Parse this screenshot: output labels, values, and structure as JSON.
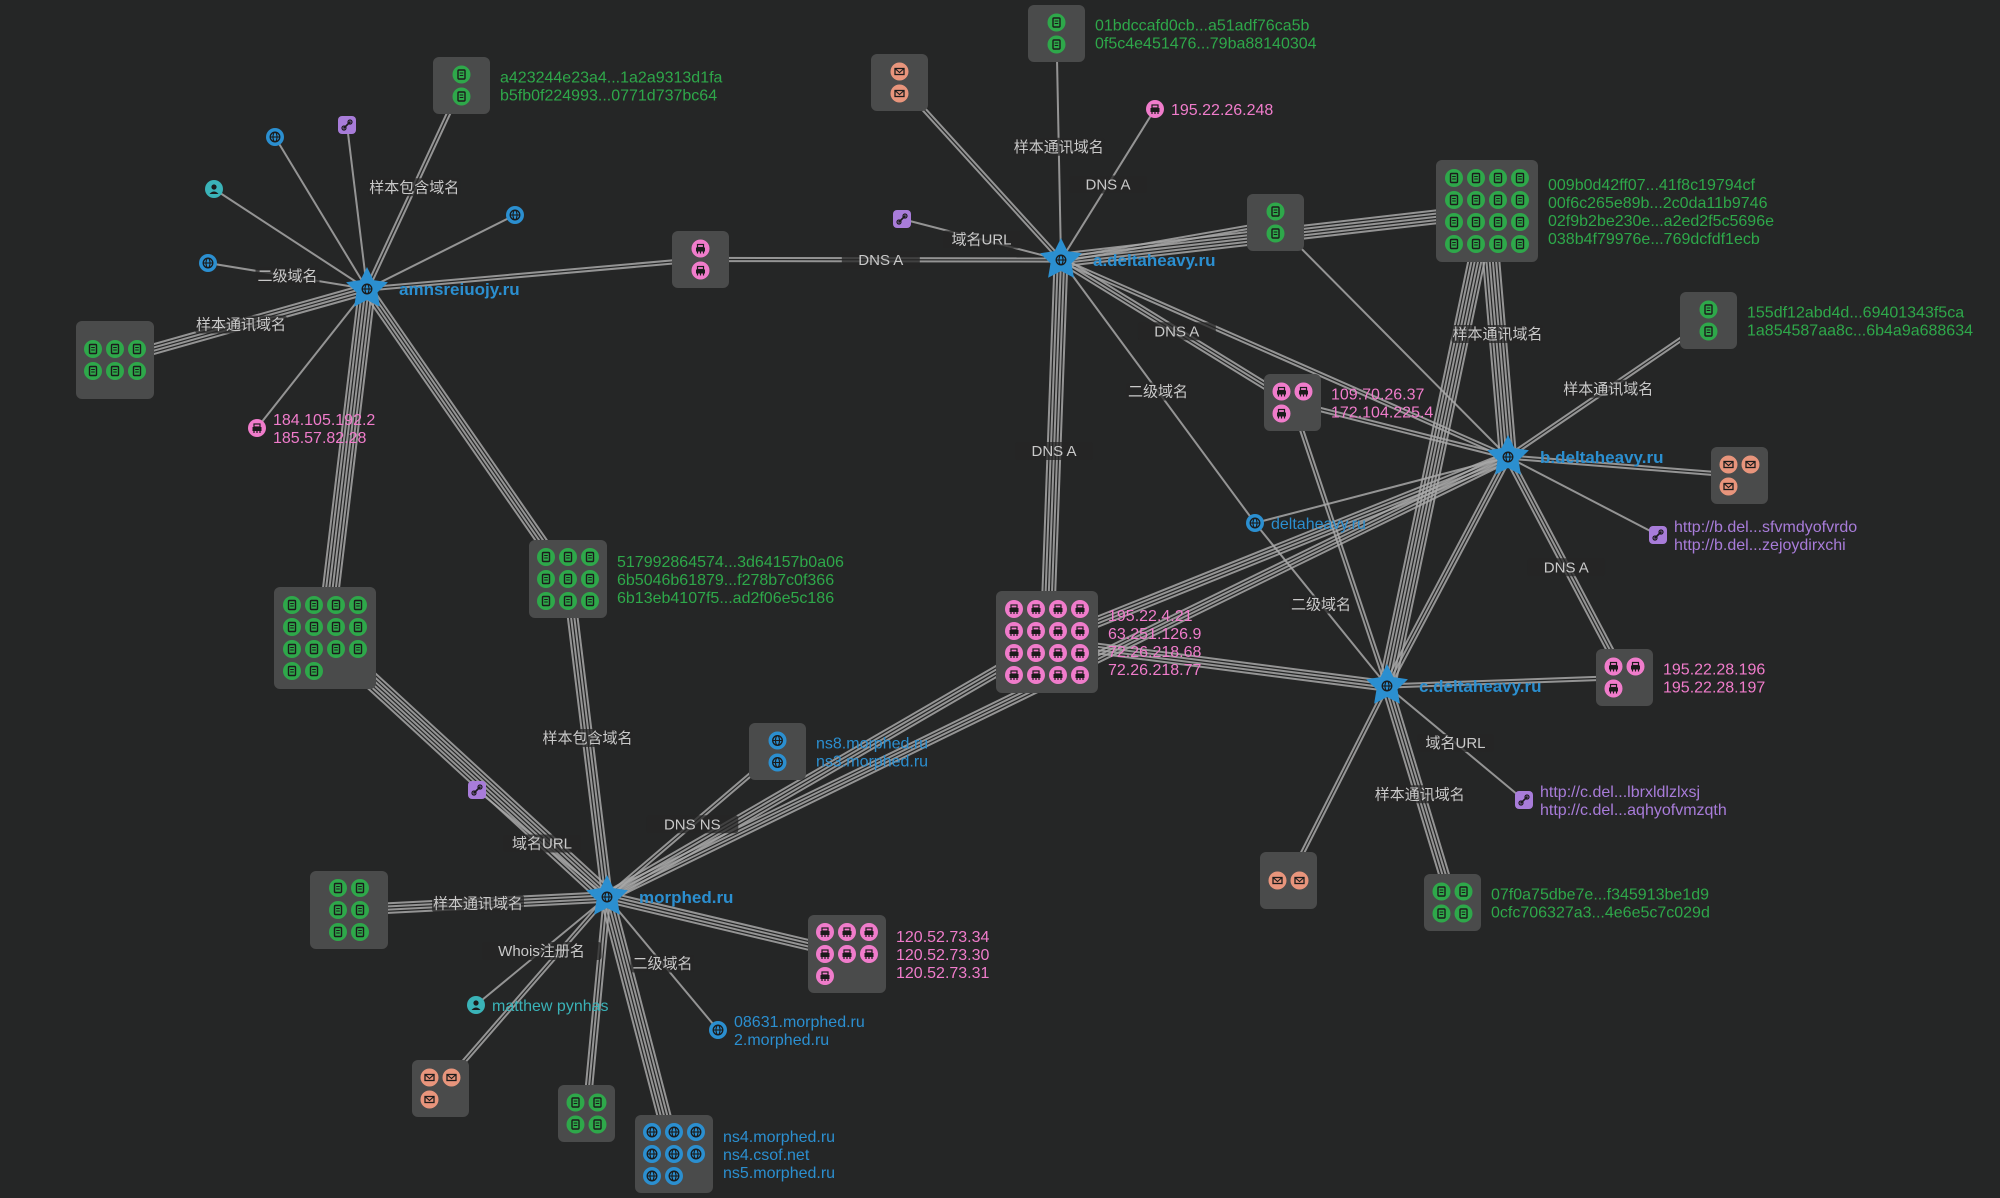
{
  "colors": {
    "background": "#252626",
    "edge": "#a8a8a8",
    "box": "#4a4b4b",
    "domain": "#2b8fd0",
    "sample": "#2ea84a",
    "ip": "#f07ccb",
    "url": "#a87cd9",
    "person": "#3ab3b8",
    "email": "#e8957c"
  },
  "domains": [
    {
      "id": "amn",
      "label": "amnsreiuojy.ru"
    },
    {
      "id": "adel",
      "label": "a.deltaheavy.ru"
    },
    {
      "id": "bdel",
      "label": "b.deltaheavy.ru"
    },
    {
      "id": "cdel",
      "label": "c.deltaheavy.ru"
    },
    {
      "id": "morph",
      "label": "morphed.ru"
    }
  ],
  "groups": [
    {
      "id": "g_a42",
      "icon": "sample",
      "count": 2,
      "lines": [
        "a423244e23a4...1a2a9313d1fa",
        "b5fb0f224993...0771d737bc64"
      ]
    },
    {
      "id": "g_amn_samples",
      "icon": "sample",
      "count": 6,
      "lines": []
    },
    {
      "id": "g_amn_ip",
      "icon": "ip",
      "count": 1,
      "lines": [
        "184.105.192.2",
        "185.57.82.28"
      ]
    },
    {
      "id": "g_dns_mid",
      "icon": "ip",
      "count": 2,
      "lines": []
    },
    {
      "id": "g_517",
      "icon": "sample",
      "count": 9,
      "lines": [
        "517992864574...3d64157b0a06",
        "6b5046b61879...f278b7c0f366",
        "6b13eb4107f5...ad2f06e5c186"
      ]
    },
    {
      "id": "g_big_samples",
      "icon": "sample",
      "count": 14,
      "lines": []
    },
    {
      "id": "g_01b",
      "icon": "sample",
      "count": 2,
      "lines": [
        "01bdccafd0cb...a51adf76ca5b",
        "0f5c4e451476...79ba88140304"
      ]
    },
    {
      "id": "g_email_a",
      "icon": "email",
      "count": 2,
      "lines": []
    },
    {
      "id": "g_ip195",
      "icon": "ip",
      "count": 1,
      "lines": [
        "195.22.26.248"
      ]
    },
    {
      "id": "g_url_a",
      "icon": "url",
      "count": 1,
      "lines": []
    },
    {
      "id": "g_small_samples",
      "icon": "sample",
      "count": 2,
      "lines": []
    },
    {
      "id": "g_009",
      "icon": "sample",
      "count": 16,
      "lines": [
        "009b0d42ff07...41f8c19794cf",
        "00f6c265e89b...2c0da11b9746",
        "02f9b2be230e...a2ed2f5c5696e",
        "038b4f79976e...769dcfdf1ecb"
      ]
    },
    {
      "id": "g_109",
      "icon": "ip",
      "count": 3,
      "lines": [
        "109.70.26.37",
        "172.104.225.4"
      ]
    },
    {
      "id": "g_155",
      "icon": "sample",
      "count": 2,
      "lines": [
        "155df12abd4d...69401343f5ca",
        "1a854587aa8c...6b4a9a688634"
      ]
    },
    {
      "id": "g_email_b",
      "icon": "email",
      "count": 3,
      "lines": []
    },
    {
      "id": "g_url_b",
      "icon": "url",
      "count": 1,
      "lines": [
        "http://b.del...sfvmdyofvrdo",
        "http://b.del...zejoydirxchi"
      ]
    },
    {
      "id": "g_delta",
      "icon": "domain",
      "count": 1,
      "lines": [
        "deltaheavy.ru"
      ]
    },
    {
      "id": "g_ipbig",
      "icon": "ip",
      "count": 16,
      "lines": [
        "195.22.4.21",
        "63.251.126.9",
        "72.26.218.68",
        "72.26.218.77"
      ]
    },
    {
      "id": "g_ip_c",
      "icon": "ip",
      "count": 3,
      "lines": [
        "195.22.28.196",
        "195.22.28.197"
      ]
    },
    {
      "id": "g_ns8",
      "icon": "domain",
      "count": 2,
      "lines": [
        "ns8.morphed.ru",
        "ns3.morphed.ru"
      ]
    },
    {
      "id": "g_url_c",
      "icon": "url",
      "count": 1,
      "lines": [
        "http://c.del...lbrxldlzlxsj",
        "http://c.del...aqhyofvmzqth"
      ]
    },
    {
      "id": "g_email_c",
      "icon": "email",
      "count": 2,
      "lines": []
    },
    {
      "id": "g_07f",
      "icon": "sample",
      "count": 4,
      "lines": [
        "07f0a75dbe7e...f345913be1d9",
        "0cfc706327a3...4e6e5c7c029d"
      ]
    },
    {
      "id": "g_url_m",
      "icon": "url",
      "count": 1,
      "lines": []
    },
    {
      "id": "g_morph_samples",
      "icon": "sample",
      "count": 6,
      "lines": []
    },
    {
      "id": "g_ip120",
      "icon": "ip",
      "count": 7,
      "lines": [
        "120.52.73.34",
        "120.52.73.30",
        "120.52.73.31"
      ]
    },
    {
      "id": "g_person",
      "icon": "person",
      "count": 1,
      "lines": [
        "matthew pynhas"
      ]
    },
    {
      "id": "g_086",
      "icon": "domain",
      "count": 1,
      "lines": [
        "08631.morphed.ru",
        "2.morphed.ru"
      ]
    },
    {
      "id": "g_email_m",
      "icon": "email",
      "count": 3,
      "lines": []
    },
    {
      "id": "g_morph_samples2",
      "icon": "sample",
      "count": 4,
      "lines": []
    },
    {
      "id": "g_ns4",
      "icon": "domain",
      "count": 8,
      "lines": [
        "ns4.morphed.ru",
        "ns4.csof.net",
        "ns5.morphed.ru"
      ]
    },
    {
      "id": "s_dom1",
      "icon": "domain",
      "count": 1,
      "lines": []
    },
    {
      "id": "s_dom2",
      "icon": "domain",
      "count": 1,
      "lines": []
    },
    {
      "id": "s_dom3",
      "icon": "domain",
      "count": 1,
      "lines": []
    },
    {
      "id": "s_person2",
      "icon": "person",
      "count": 1,
      "lines": []
    },
    {
      "id": "s_url2",
      "icon": "url",
      "count": 1,
      "lines": []
    }
  ],
  "edges": [
    {
      "from": "g_a42",
      "to": "amn",
      "label": "样本包含域名",
      "n": 2
    },
    {
      "from": "s_dom1",
      "to": "amn",
      "label": "",
      "n": 1
    },
    {
      "from": "s_url2",
      "to": "amn",
      "label": "",
      "n": 1
    },
    {
      "from": "s_person2",
      "to": "amn",
      "label": "",
      "n": 1
    },
    {
      "from": "s_dom2",
      "to": "amn",
      "label": "",
      "n": 1
    },
    {
      "from": "s_dom3",
      "to": "amn",
      "label": "二级域名",
      "n": 1
    },
    {
      "from": "g_amn_samples",
      "to": "amn",
      "label": "样本通讯域名",
      "n": 4
    },
    {
      "from": "g_amn_ip",
      "to": "amn",
      "label": "",
      "n": 1
    },
    {
      "from": "amn",
      "to": "g_dns_mid",
      "label": "",
      "n": 2
    },
    {
      "from": "g_dns_mid",
      "to": "adel",
      "label": "DNS A",
      "n": 2
    },
    {
      "from": "amn",
      "to": "g_517",
      "label": "",
      "n": 4
    },
    {
      "from": "amn",
      "to": "g_big_samples",
      "label": "",
      "n": 6
    },
    {
      "from": "g_517",
      "to": "morph",
      "label": "样本包含域名",
      "n": 4
    },
    {
      "from": "g_big_samples",
      "to": "morph",
      "label": "",
      "n": 6
    },
    {
      "from": "g_url_m",
      "to": "morph",
      "label": "域名URL",
      "n": 1
    },
    {
      "from": "g_01b",
      "to": "adel",
      "label": "样本通讯域名",
      "n": 1
    },
    {
      "from": "g_email_a",
      "to": "adel",
      "label": "",
      "n": 2
    },
    {
      "from": "g_ip195",
      "to": "adel",
      "label": "DNS A",
      "n": 1
    },
    {
      "from": "g_url_a",
      "to": "adel",
      "label": "域名URL",
      "n": 1
    },
    {
      "from": "g_small_samples",
      "to": "adel",
      "label": "",
      "n": 2
    },
    {
      "from": "g_009",
      "to": "adel",
      "label": "",
      "n": 5
    },
    {
      "from": "adel",
      "to": "g_109",
      "label": "DNS A",
      "n": 3
    },
    {
      "from": "adel",
      "to": "g_delta",
      "label": "二级域名",
      "n": 1
    },
    {
      "from": "adel",
      "to": "g_ipbig",
      "label": "DNS A",
      "n": 5
    },
    {
      "from": "adel",
      "to": "bdel",
      "label": "",
      "n": 2
    },
    {
      "from": "g_009",
      "to": "bdel",
      "label": "样本通讯域名",
      "n": 6
    },
    {
      "from": "g_009",
      "to": "cdel",
      "label": "",
      "n": 6
    },
    {
      "from": "g_small_samples",
      "to": "bdel",
      "label": "",
      "n": 1
    },
    {
      "from": "g_155",
      "to": "bdel",
      "label": "样本通讯域名",
      "n": 2
    },
    {
      "from": "bdel",
      "to": "g_email_b",
      "label": "",
      "n": 2
    },
    {
      "from": "bdel",
      "to": "g_url_b",
      "label": "",
      "n": 1
    },
    {
      "from": "bdel",
      "to": "g_ip_c",
      "label": "DNS A",
      "n": 3
    },
    {
      "from": "g_109",
      "to": "bdel",
      "label": "",
      "n": 2
    },
    {
      "from": "g_109",
      "to": "cdel",
      "label": "",
      "n": 2
    },
    {
      "from": "g_delta",
      "to": "bdel",
      "label": "",
      "n": 1
    },
    {
      "from": "g_delta",
      "to": "cdel",
      "label": "二级域名",
      "n": 1
    },
    {
      "from": "g_ipbig",
      "to": "bdel",
      "label": "",
      "n": 4
    },
    {
      "from": "g_ipbig",
      "to": "cdel",
      "label": "",
      "n": 4
    },
    {
      "from": "cdel",
      "to": "g_ip_c",
      "label": "",
      "n": 2
    },
    {
      "from": "cdel",
      "to": "g_url_c",
      "label": "域名URL",
      "n": 1
    },
    {
      "from": "cdel",
      "to": "g_email_c",
      "label": "",
      "n": 2
    },
    {
      "from": "cdel",
      "to": "g_07f",
      "label": "样本通讯域名",
      "n": 4
    },
    {
      "from": "cdel",
      "to": "bdel",
      "label": "",
      "n": 3
    },
    {
      "from": "morph",
      "to": "g_ipbig",
      "label": "",
      "n": 4
    },
    {
      "from": "morph",
      "to": "g_ns8",
      "label": "DNS NS",
      "n": 2
    },
    {
      "from": "morph",
      "to": "bdel",
      "label": "二级域名",
      "n": 4
    },
    {
      "from": "g_morph_samples",
      "to": "morph",
      "label": "样本通讯域名",
      "n": 4
    },
    {
      "from": "morph",
      "to": "g_ip120",
      "label": "",
      "n": 4
    },
    {
      "from": "morph",
      "to": "g_person",
      "label": "Whois注册名",
      "n": 1
    },
    {
      "from": "morph",
      "to": "g_086",
      "label": "二级域名",
      "n": 1
    },
    {
      "from": "morph",
      "to": "g_email_m",
      "label": "",
      "n": 2
    },
    {
      "from": "morph",
      "to": "g_morph_samples2",
      "label": "",
      "n": 3
    },
    {
      "from": "morph",
      "to": "g_ns4",
      "label": "",
      "n": 5
    }
  ]
}
